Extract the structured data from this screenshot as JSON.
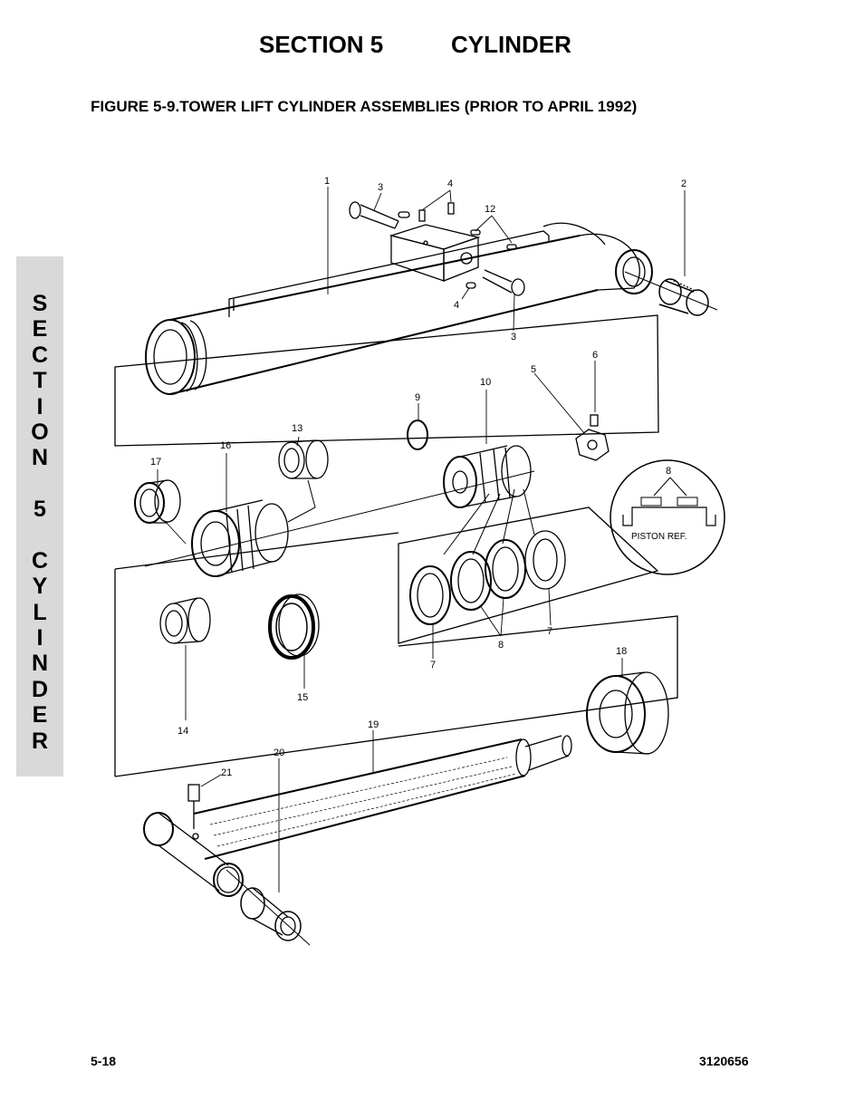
{
  "header": {
    "section": "SECTION 5",
    "name": "CYLINDER"
  },
  "figure_title": "FIGURE 5-9.TOWER LIFT CYLINDER ASSEMBLIES (PRIOR TO APRIL 1992)",
  "side_tab": {
    "letters": [
      "S",
      "E",
      "C",
      "T",
      "I",
      "O",
      "N",
      " ",
      "5",
      " ",
      "C",
      "Y",
      "L",
      "I",
      "N",
      "D",
      "E",
      "R"
    ]
  },
  "callouts": {
    "c1": "1",
    "c2": "2",
    "c3a": "3",
    "c3b": "3",
    "c4a": "4",
    "c4b": "4",
    "c5": "5",
    "c6": "6",
    "c7a": "7",
    "c7b": "7",
    "c8a": "8",
    "c8b": "8",
    "c9": "9",
    "c10": "10",
    "c12": "12",
    "c13": "13",
    "c14": "14",
    "c15": "15",
    "c16": "16",
    "c17": "17",
    "c18": "18",
    "c19": "19",
    "c20": "20",
    "c21": "21"
  },
  "inset_label": "PISTON REF.",
  "footer": {
    "page": "5-18",
    "doc_number": "3120656"
  }
}
